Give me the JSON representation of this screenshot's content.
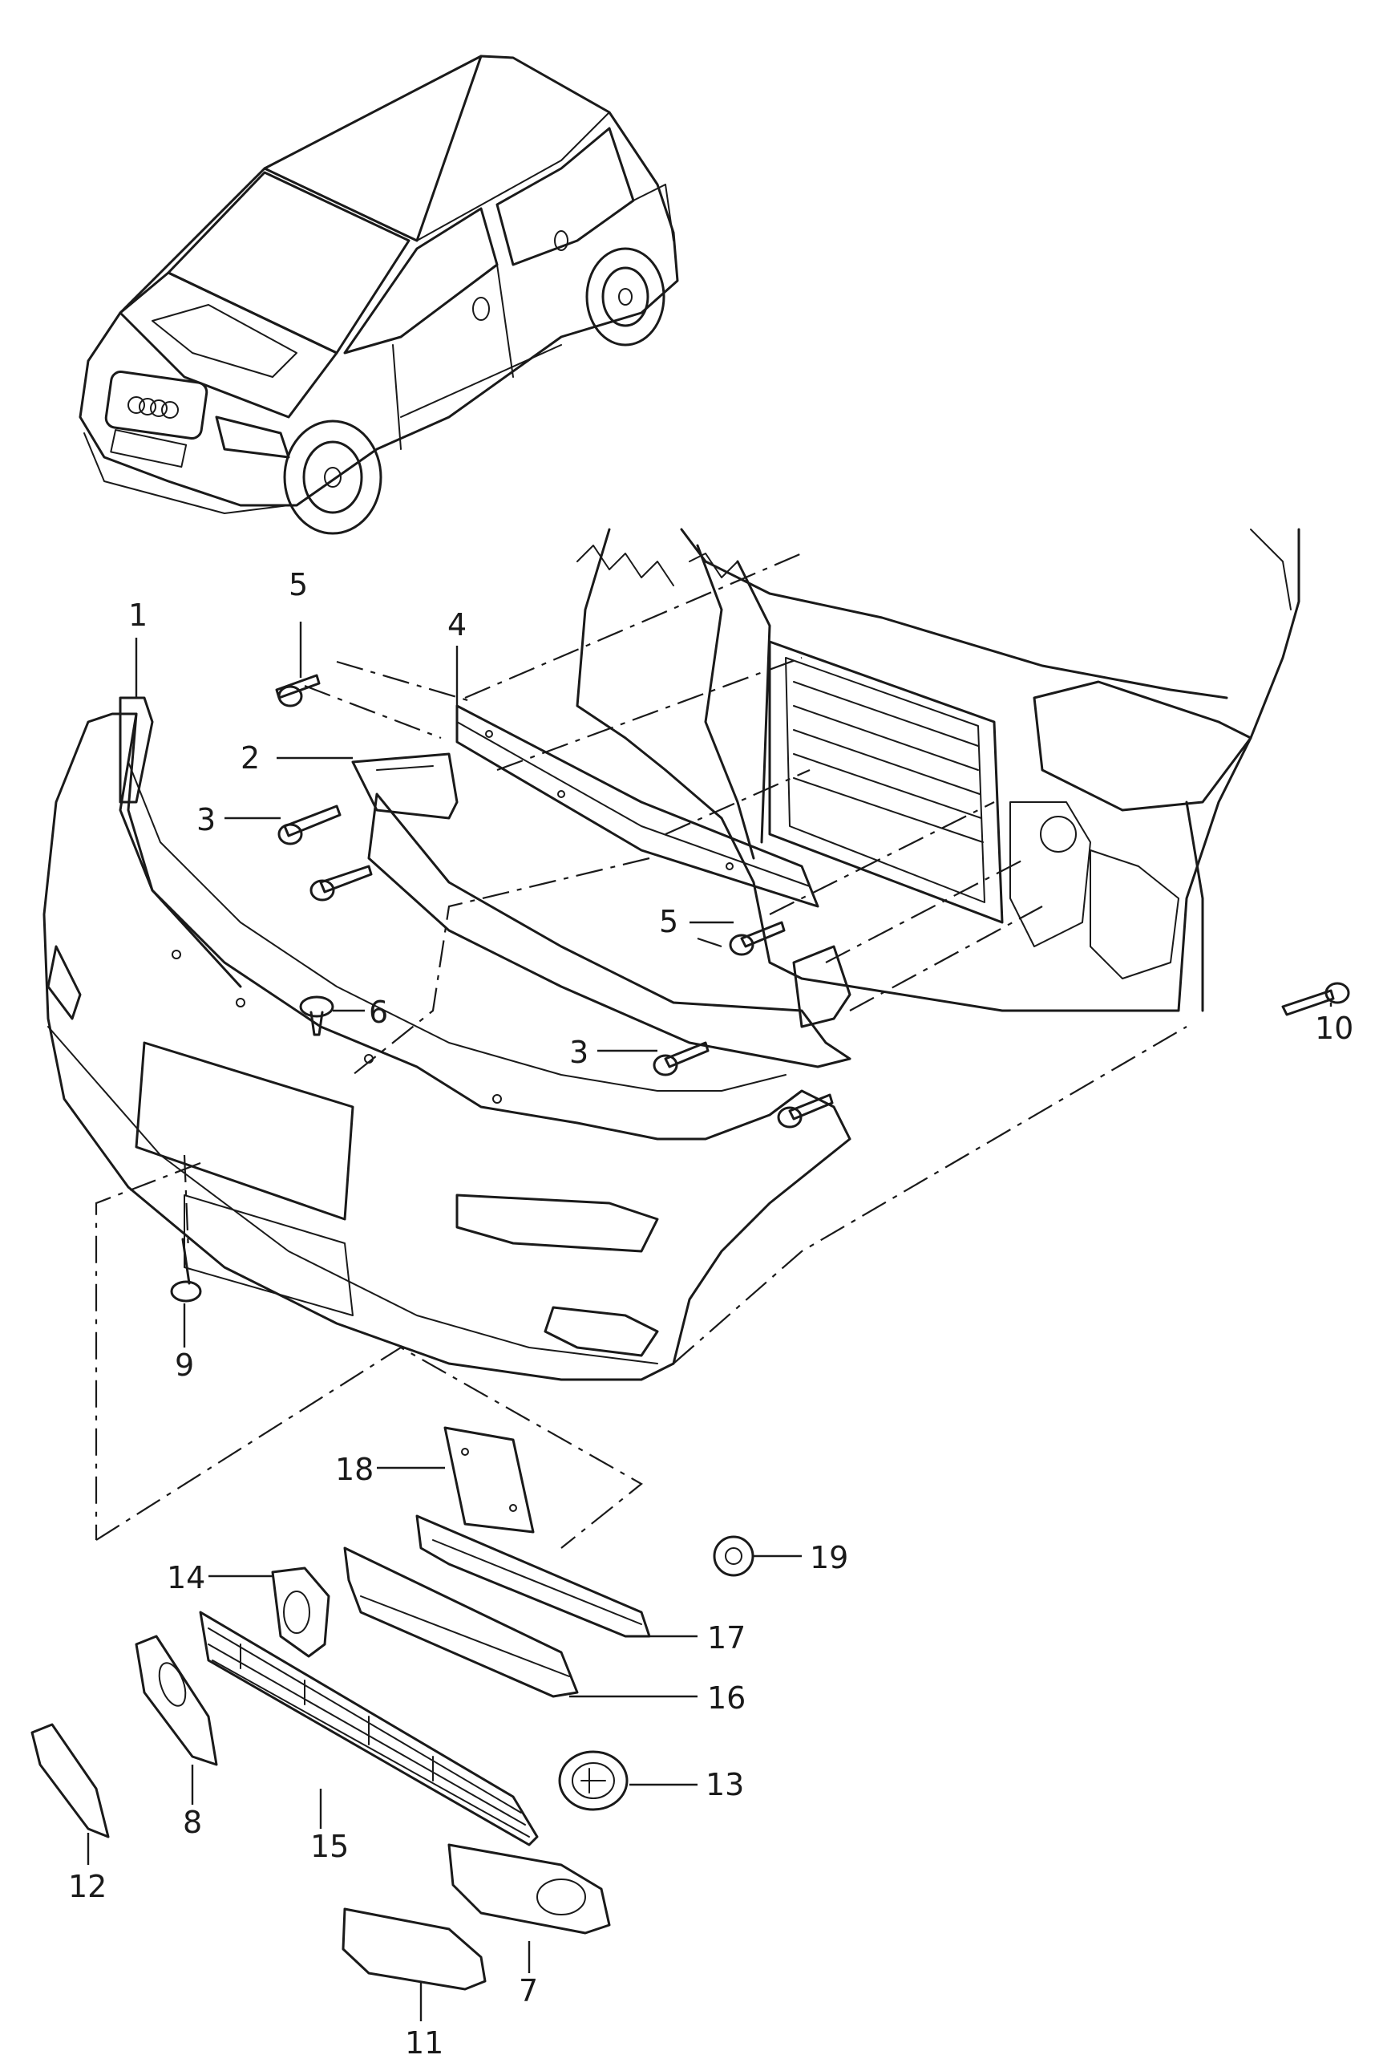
{
  "diagram": {
    "callouts": [
      {
        "id": "c1",
        "label": "1"
      },
      {
        "id": "c2",
        "label": "2"
      },
      {
        "id": "c3a",
        "label": "3"
      },
      {
        "id": "c3b",
        "label": "3"
      },
      {
        "id": "c4",
        "label": "4"
      },
      {
        "id": "c5a",
        "label": "5"
      },
      {
        "id": "c5b",
        "label": "5"
      },
      {
        "id": "c6",
        "label": "6"
      },
      {
        "id": "c7",
        "label": "7"
      },
      {
        "id": "c8",
        "label": "8"
      },
      {
        "id": "c9",
        "label": "9"
      },
      {
        "id": "c10",
        "label": "10"
      },
      {
        "id": "c11",
        "label": "11"
      },
      {
        "id": "c12",
        "label": "12"
      },
      {
        "id": "c13",
        "label": "13"
      },
      {
        "id": "c14",
        "label": "14"
      },
      {
        "id": "c15",
        "label": "15"
      },
      {
        "id": "c16",
        "label": "16"
      },
      {
        "id": "c17",
        "label": "17"
      },
      {
        "id": "c18",
        "label": "18"
      },
      {
        "id": "c19",
        "label": "19"
      }
    ]
  }
}
